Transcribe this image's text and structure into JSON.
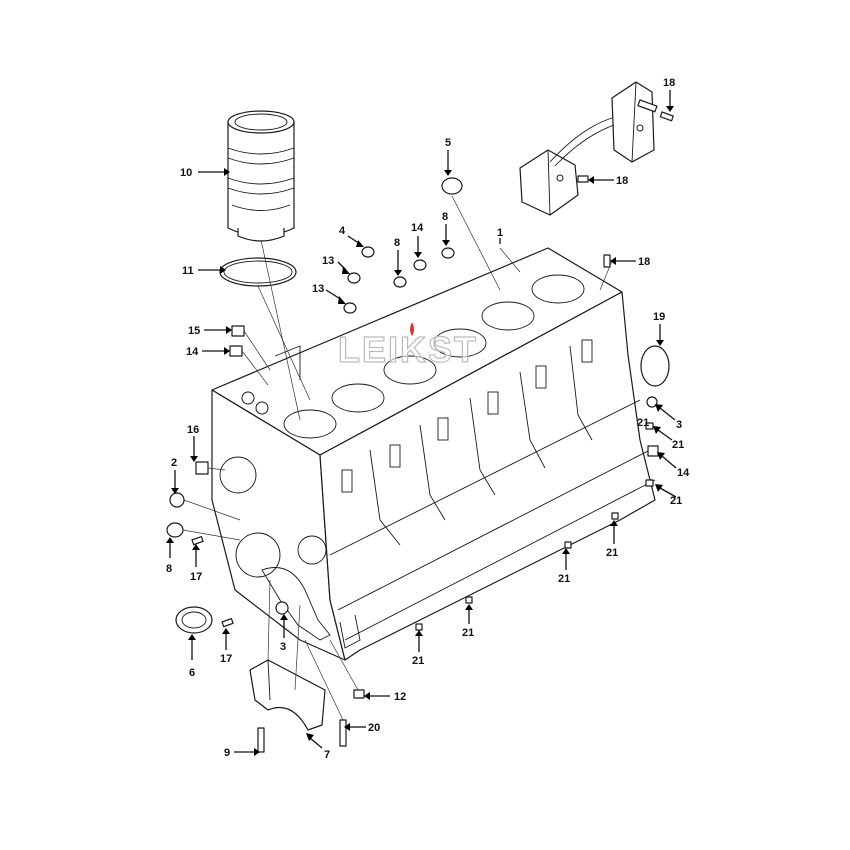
{
  "watermark": "LEIKST",
  "colors": {
    "line": "#1a1a1a",
    "background": "#ffffff",
    "watermark_accent": "#e03030"
  },
  "callouts": [
    {
      "id": "c1",
      "text": "1"
    },
    {
      "id": "c2",
      "text": "2"
    },
    {
      "id": "c3a",
      "text": "3"
    },
    {
      "id": "c3b",
      "text": "3"
    },
    {
      "id": "c4",
      "text": "4"
    },
    {
      "id": "c5",
      "text": "5"
    },
    {
      "id": "c6",
      "text": "6"
    },
    {
      "id": "c7",
      "text": "7"
    },
    {
      "id": "c8a",
      "text": "8"
    },
    {
      "id": "c8b",
      "text": "8"
    },
    {
      "id": "c8c",
      "text": "8"
    },
    {
      "id": "c9",
      "text": "9"
    },
    {
      "id": "c10",
      "text": "10"
    },
    {
      "id": "c11",
      "text": "11"
    },
    {
      "id": "c12",
      "text": "12"
    },
    {
      "id": "c13a",
      "text": "13"
    },
    {
      "id": "c13b",
      "text": "13"
    },
    {
      "id": "c14a",
      "text": "14"
    },
    {
      "id": "c14b",
      "text": "14"
    },
    {
      "id": "c14c",
      "text": "14"
    },
    {
      "id": "c15",
      "text": "15"
    },
    {
      "id": "c16",
      "text": "16"
    },
    {
      "id": "c17a",
      "text": "17"
    },
    {
      "id": "c17b",
      "text": "17"
    },
    {
      "id": "c18a",
      "text": "18"
    },
    {
      "id": "c18b",
      "text": "18"
    },
    {
      "id": "c18c",
      "text": "18"
    },
    {
      "id": "c19",
      "text": "19"
    },
    {
      "id": "c20",
      "text": "20"
    },
    {
      "id": "c21a",
      "text": "21"
    },
    {
      "id": "c21b",
      "text": "21"
    },
    {
      "id": "c21c",
      "text": "21"
    },
    {
      "id": "c21d",
      "text": "21"
    },
    {
      "id": "c21e",
      "text": "21"
    },
    {
      "id": "c21f",
      "text": "21"
    },
    {
      "id": "c21g",
      "text": "21"
    }
  ]
}
